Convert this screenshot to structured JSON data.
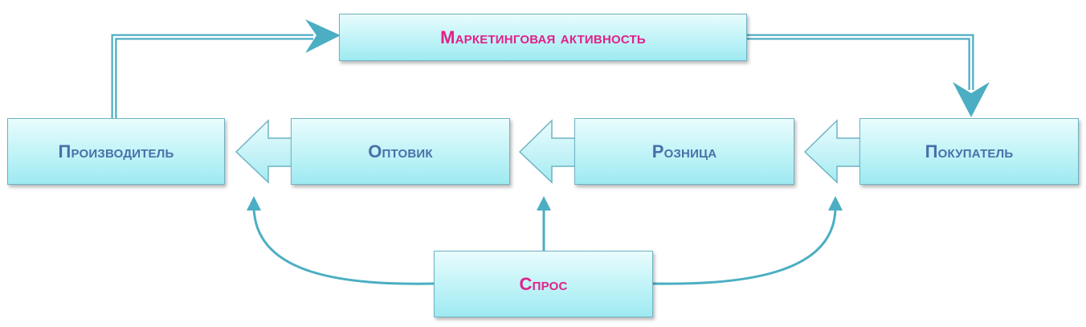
{
  "nodes": {
    "marketing": "Маркетинговая активность",
    "producer": "Производитель",
    "wholesaler": "Оптовик",
    "retail": "Розница",
    "buyer": "Покупатель",
    "demand": "Спрос"
  },
  "colors": {
    "box_text": "#4a6fa8",
    "accent_text": "#e0218a",
    "arrow": "#4baec3",
    "box_border": "#6fb3c4"
  }
}
